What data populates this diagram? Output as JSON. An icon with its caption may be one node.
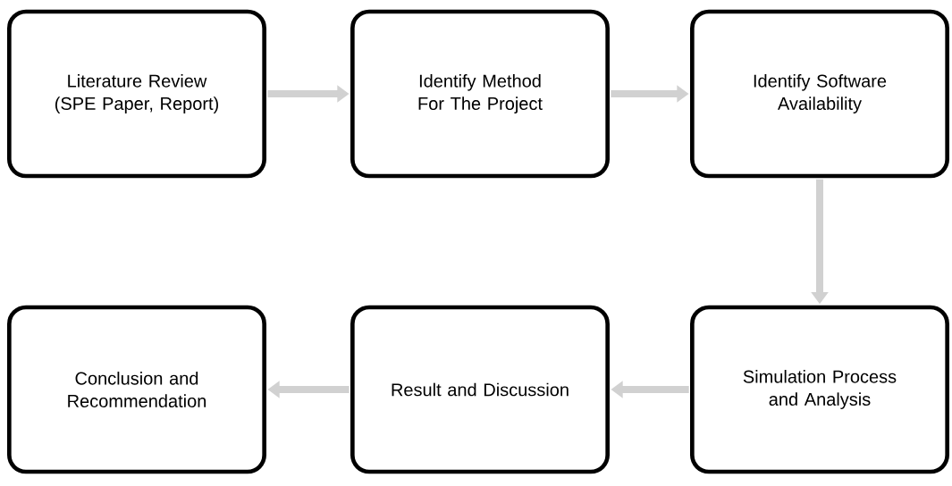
{
  "diagram": {
    "nodes": [
      {
        "text": [
          "Literature Review (SPE Paper, Report)"
        ]
      },
      {
        "text": [
          "Identify Method For The Project"
        ]
      },
      {
        "text": [
          "Identify Software Availability"
        ]
      },
      {
        "text": [
          "Conclusion and Recommendation"
        ]
      },
      {
        "text": [
          "Result and Discussion"
        ]
      },
      {
        "text": [
          "Simulation Process and Analysis"
        ]
      }
    ],
    "edges": [
      {
        "from": 0,
        "to": 1,
        "arrow": "to"
      },
      {
        "from": 1,
        "to": 2,
        "arrow": "to"
      },
      {
        "from": 2,
        "to": 5,
        "arrow": "to"
      },
      {
        "from": 5,
        "to": 4,
        "arrow": "to"
      },
      {
        "from": 4,
        "to": 3,
        "arrow": "to"
      }
    ]
  }
}
